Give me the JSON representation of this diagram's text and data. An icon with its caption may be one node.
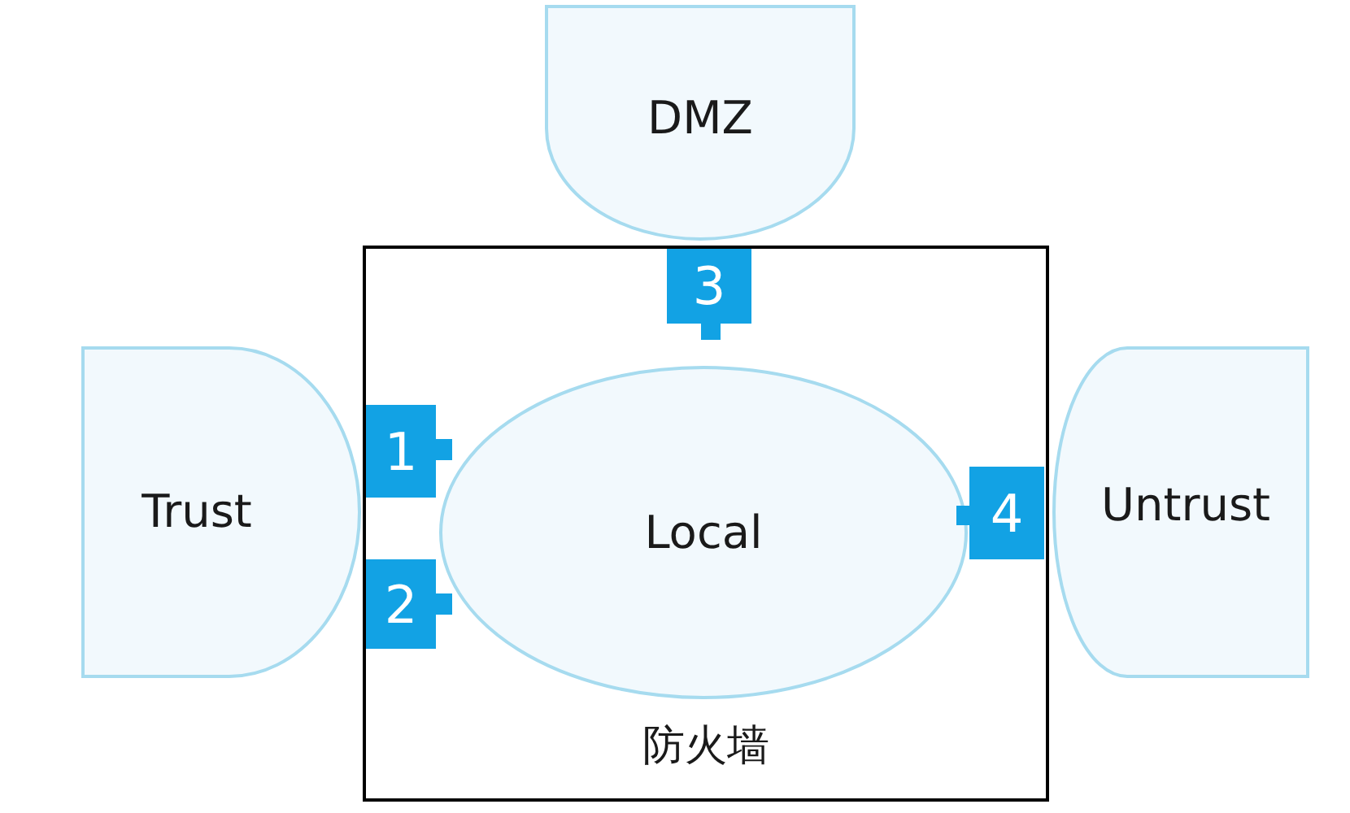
{
  "diagram": {
    "nodes": [
      {
        "text": [
          "DMZ"
        ]
      },
      {
        "text": [
          "防火墙"
        ]
      },
      {
        "text": [
          "3"
        ],
        "in": 1
      },
      {
        "text": [
          "1"
        ],
        "in": 1
      },
      {
        "text": [
          "Local"
        ],
        "in": 1
      },
      {
        "text": [
          "4"
        ],
        "in": 1
      },
      {
        "text": [
          "2"
        ],
        "in": 1
      },
      {
        "text": [
          "Trust"
        ]
      },
      {
        "text": [
          "Untrust"
        ]
      }
    ]
  }
}
